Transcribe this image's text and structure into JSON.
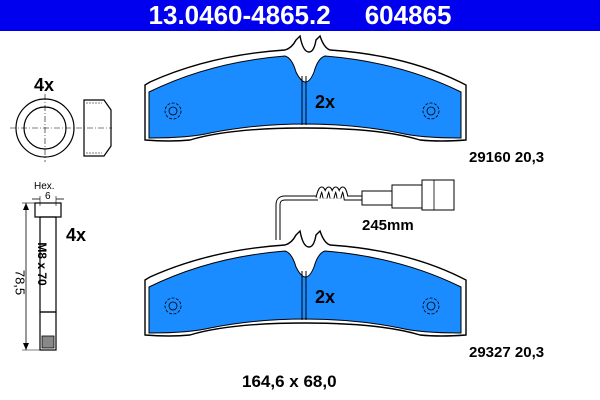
{
  "header": {
    "article_number": "13.0460-4865.2",
    "reference_number": "604865",
    "background_color": "#0000ee"
  },
  "accessories": {
    "bushing_quantity": "4x",
    "bolt_quantity": "4x",
    "bolt_hex_label": "Hex.",
    "bolt_hex_size": "6",
    "bolt_thread": "M8 x 70",
    "bolt_length": "78,5"
  },
  "pads": {
    "top": {
      "quantity": "2x",
      "part_info": "29160 20,3"
    },
    "bottom": {
      "quantity": "2x",
      "part_info": "29327 20,3"
    },
    "fill_color": "#1a8cff"
  },
  "wear_sensor": {
    "length": "245mm"
  },
  "dimensions": "164,6 x 68,0"
}
